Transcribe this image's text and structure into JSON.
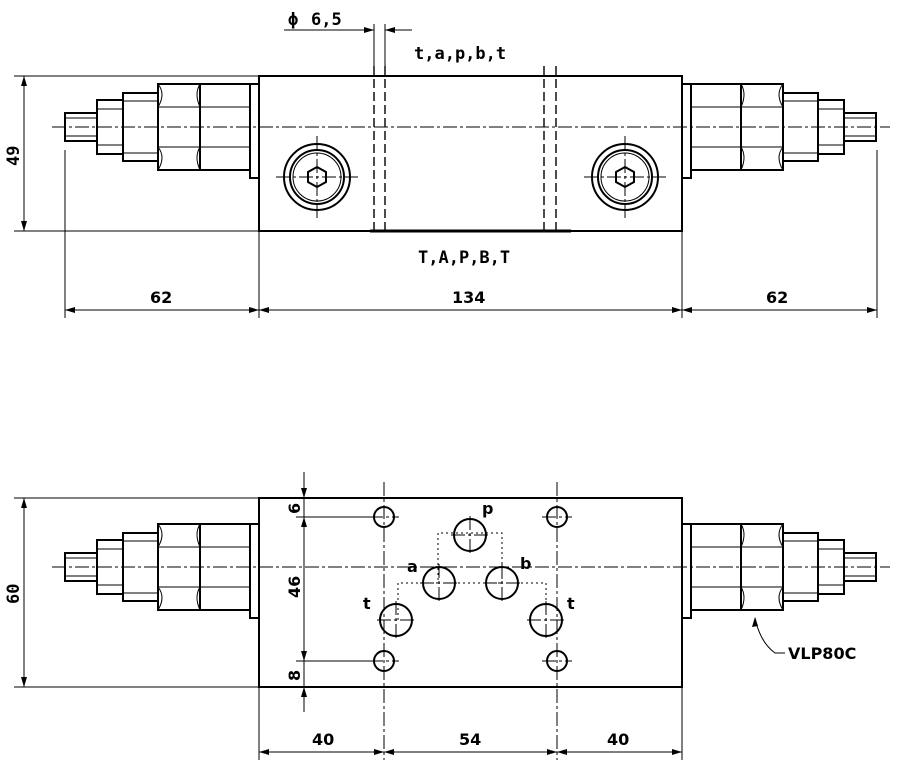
{
  "top_view": {
    "diameter_symbol": "ϕ",
    "diameter_value": "6,5",
    "ports_top": "t,a,p,b,t",
    "ports_bottom": "T,A,P,B,T",
    "dim_height": "49",
    "dim_left": "62",
    "dim_center": "134",
    "dim_right": "62"
  },
  "bottom_view": {
    "dim_height": "60",
    "dim_top": "6",
    "dim_middle": "46",
    "dim_bottom": "8",
    "dim_left": "40",
    "dim_center": "54",
    "dim_right": "40",
    "port_p": "p",
    "port_a": "a",
    "port_b": "b",
    "port_t_left": "t",
    "port_t_right": "t",
    "model": "VLP80C"
  }
}
